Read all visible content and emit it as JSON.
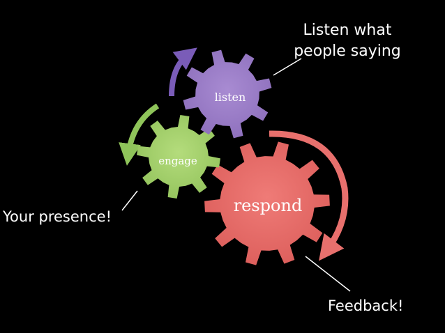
{
  "diagram": {
    "gears": {
      "listen": {
        "label": "listen",
        "color": "#9b7fc4",
        "arrow_color": "#7a5cb8"
      },
      "engage": {
        "label": "engage",
        "color": "#a6cf6b",
        "arrow_color": "#8fc45a"
      },
      "respond": {
        "label": "respond",
        "color": "#e46b68",
        "arrow_color": "#e8706d"
      }
    },
    "callouts": {
      "listen_line1": "Listen what",
      "listen_line2": "people saying",
      "engage": "Your presence!",
      "respond": "Feedback!"
    },
    "background": "#000000"
  }
}
